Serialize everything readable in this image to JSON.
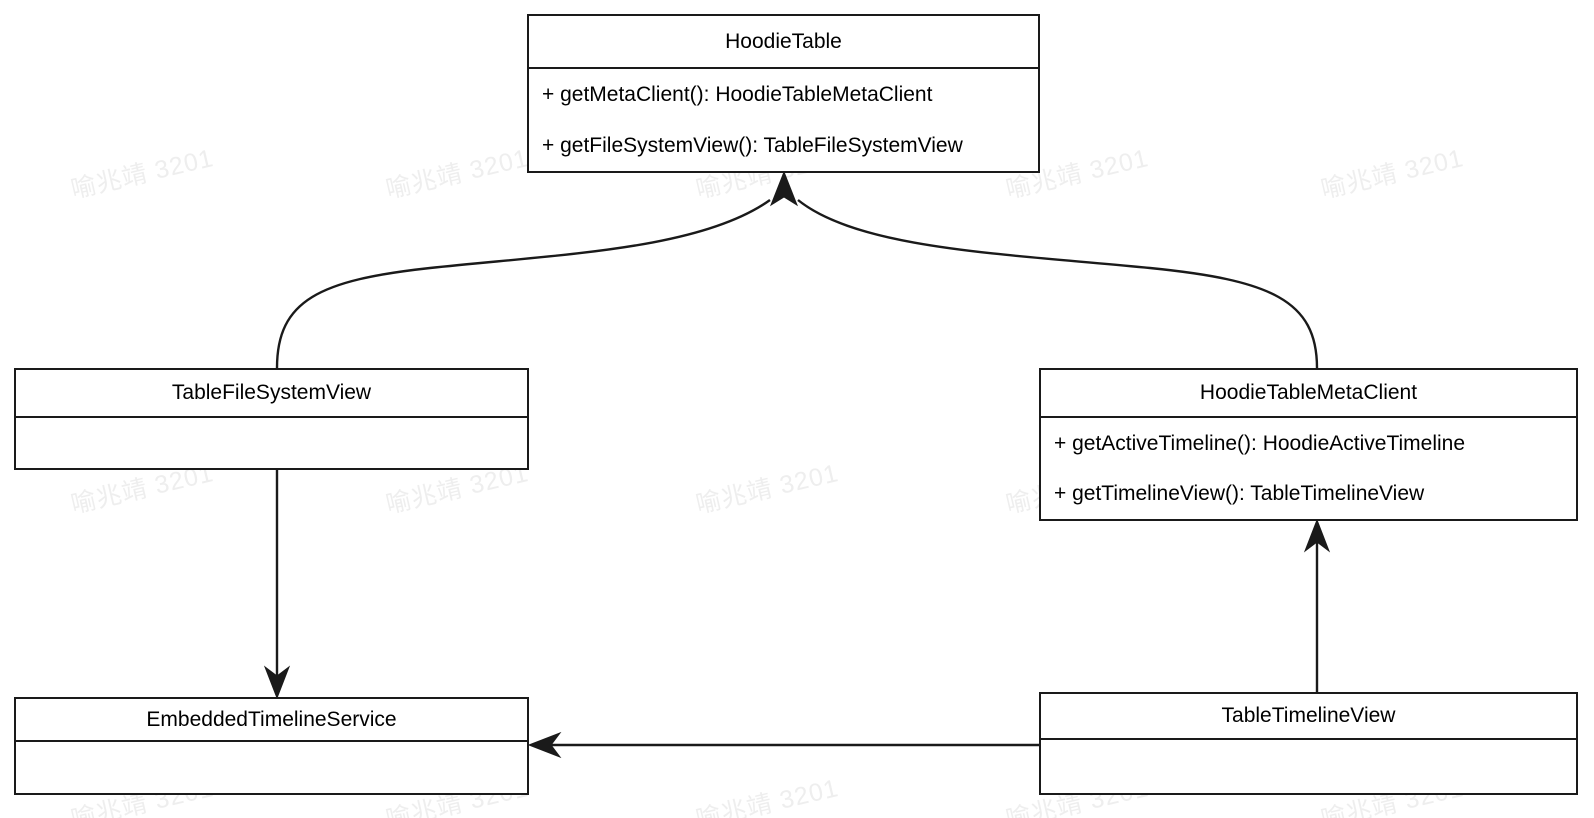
{
  "diagram": {
    "type": "uml-class-diagram",
    "background_color": "#ffffff",
    "line_color": "#1a1a1a",
    "text_color": "#000000",
    "watermark": {
      "text": "喻兆靖 3201",
      "color": "#eeeeee",
      "rotation_deg": -13
    },
    "classes": [
      {
        "id": "hoodie-table",
        "name": "HoodieTable",
        "members": [
          "+ getMetaClient(): HoodieTableMetaClient",
          "+ getFileSystemView(): TableFileSystemView"
        ]
      },
      {
        "id": "table-file-system-view",
        "name": "TableFileSystemView",
        "members": []
      },
      {
        "id": "hoodie-table-meta-client",
        "name": "HoodieTableMetaClient",
        "members": [
          "+ getActiveTimeline(): HoodieActiveTimeline",
          "+ getTimelineView(): TableTimelineView"
        ]
      },
      {
        "id": "embedded-timeline-service",
        "name": "EmbeddedTimelineService",
        "members": []
      },
      {
        "id": "table-timeline-view",
        "name": "TableTimelineView",
        "members": []
      }
    ],
    "relationships": [
      {
        "id": "fsview-to-hoodietable",
        "from": "TableFileSystemView",
        "to": "HoodieTable",
        "style": "curved",
        "arrowhead": "filled-triangle"
      },
      {
        "id": "metaclient-to-hoodietable",
        "from": "HoodieTableMetaClient",
        "to": "HoodieTable",
        "style": "curved",
        "arrowhead": "filled-triangle"
      },
      {
        "id": "fsview-to-embeddedtimelineservice",
        "from": "TableFileSystemView",
        "to": "EmbeddedTimelineService",
        "style": "straight-vertical",
        "arrowhead": "filled-triangle"
      },
      {
        "id": "timelineview-to-metaclient",
        "from": "TableTimelineView",
        "to": "HoodieTableMetaClient",
        "style": "straight-vertical",
        "arrowhead": "filled-triangle"
      },
      {
        "id": "timelineview-to-embeddedtimelineservice",
        "from": "TableTimelineView",
        "to": "EmbeddedTimelineService",
        "style": "straight-horizontal",
        "arrowhead": "filled-triangle"
      }
    ]
  }
}
